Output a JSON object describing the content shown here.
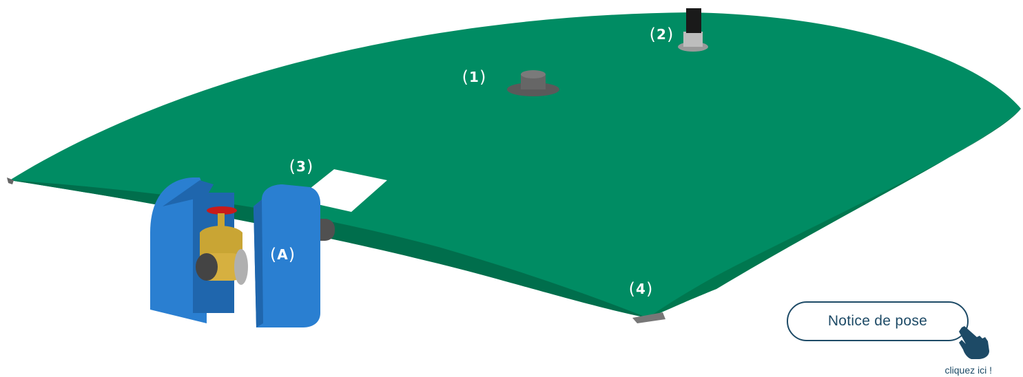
{
  "markers": {
    "m1": "1",
    "m2": "2",
    "m3": "3",
    "m4": "4",
    "mA": "A"
  },
  "cta": {
    "label": "Notice de pose",
    "sub_label": "cliquez ici !",
    "icon": "pointing-hand-icon"
  },
  "colors": {
    "tank_green": "#008c63",
    "tank_dark": "#006e4c",
    "box_blue": "#2a7fd1",
    "brass": "#c9a534",
    "cta_navy": "#1d4a66"
  }
}
